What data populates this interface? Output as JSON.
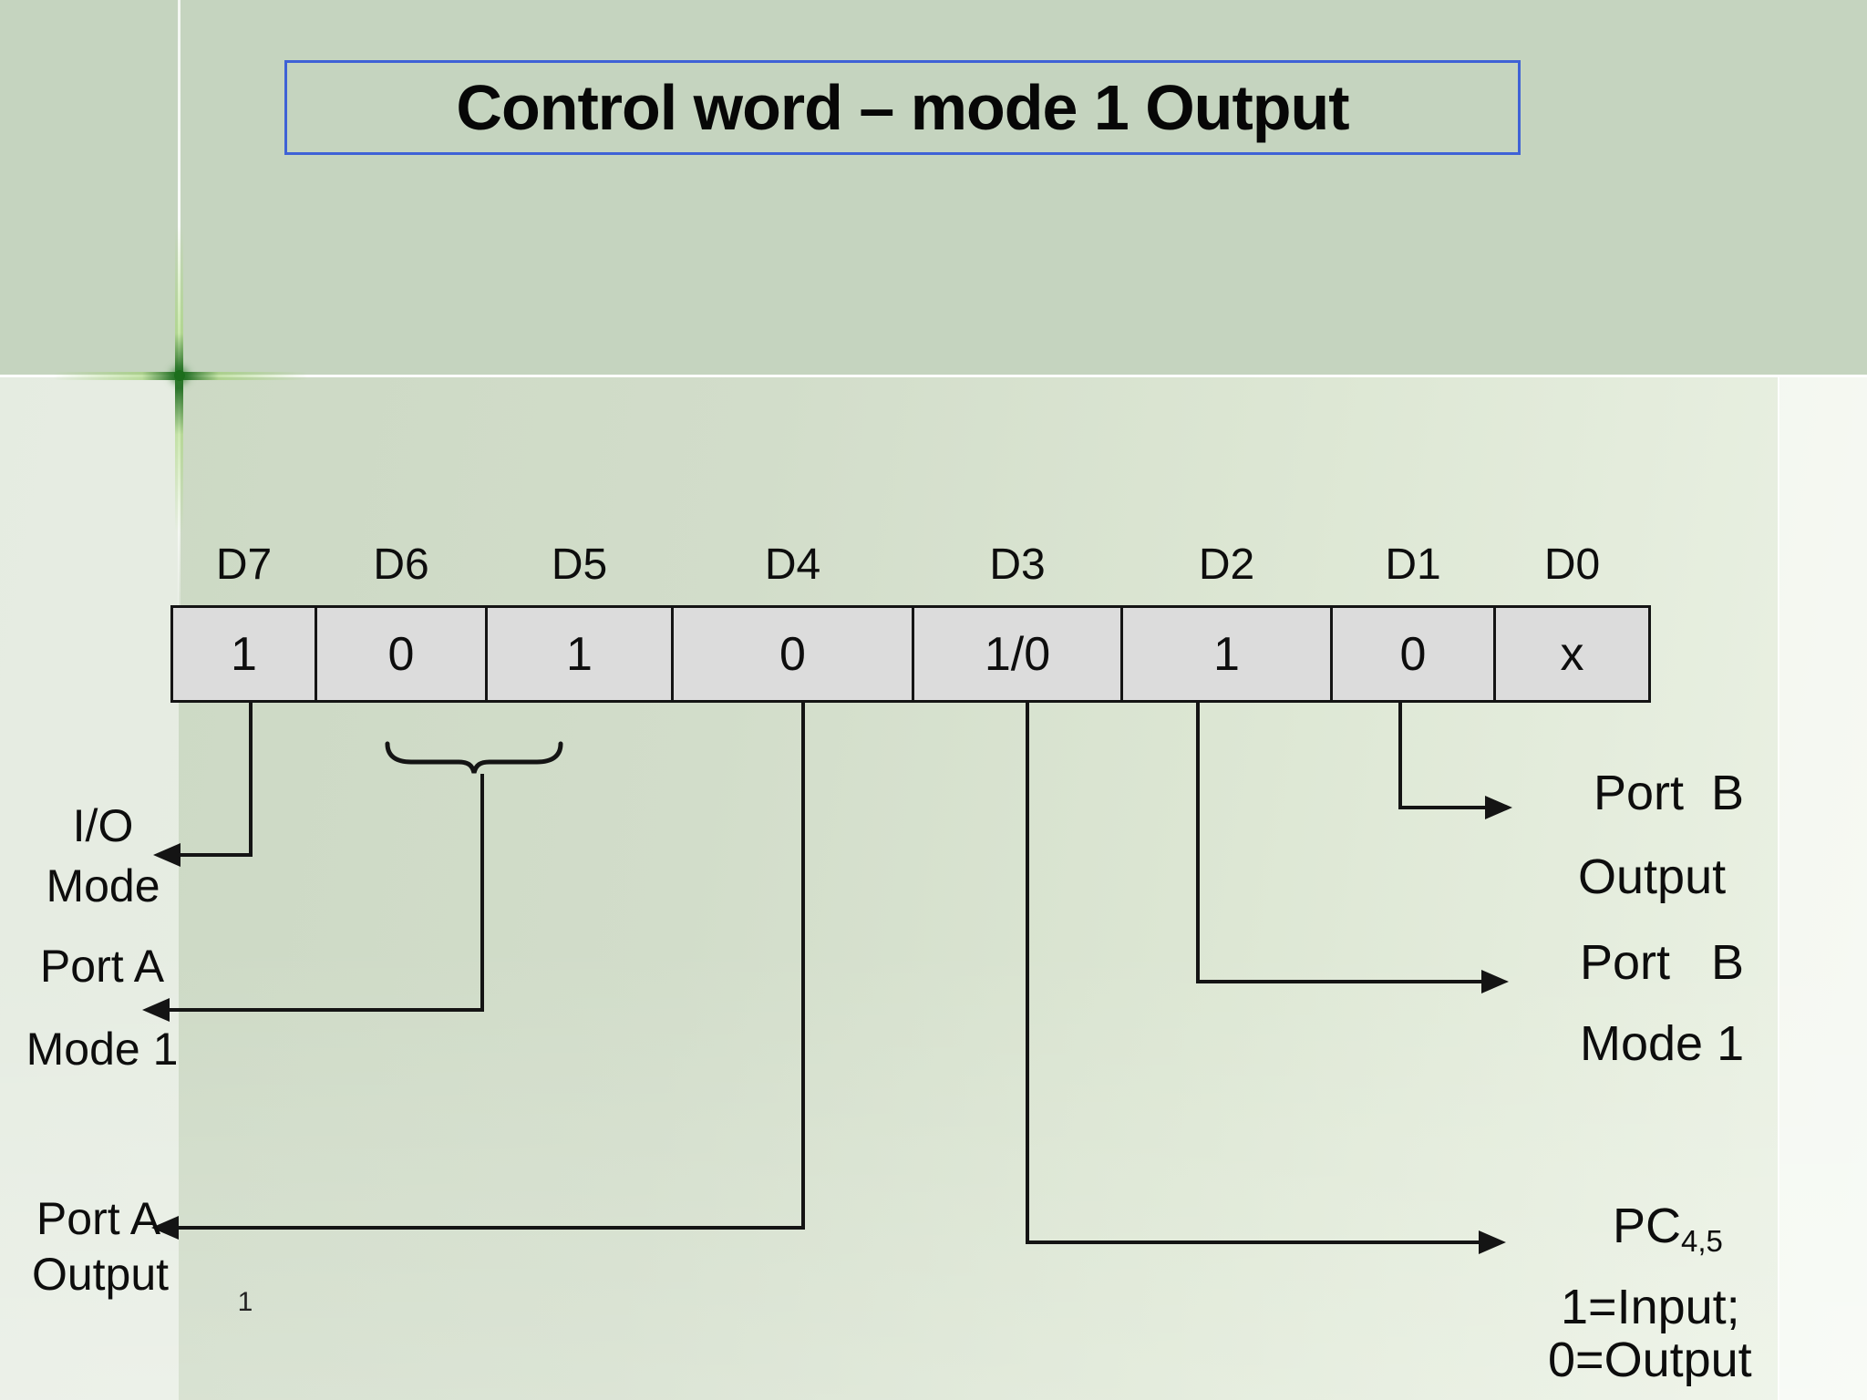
{
  "slide": {
    "title": "Control word – mode 1 Output",
    "page_number": "1"
  },
  "bitfield": {
    "labels": [
      "D7",
      "D6",
      "D5",
      "D4",
      "D3",
      "D2",
      "D1",
      "D0"
    ],
    "values": [
      "1",
      "0",
      "1",
      "0",
      "1/0",
      "1",
      "0",
      "x"
    ]
  },
  "annotations": {
    "io_mode": {
      "line1": "I/O",
      "line2": "Mode"
    },
    "port_a_mode1": {
      "line1": "Port A",
      "line2": "Mode 1"
    },
    "port_a_output": {
      "line1": "Port A",
      "line2": "Output"
    },
    "port_b_output": {
      "line1": "Port  B",
      "line2": "Output"
    },
    "port_b_mode1": {
      "line1": "Port   B",
      "line2": "Mode 1"
    },
    "pc45": {
      "base": "PC",
      "subscript": "4,5"
    },
    "pc45_legend": {
      "line1": "1=Input;",
      "line2": "0=Output"
    }
  },
  "colors": {
    "title_border": "#3f62d6",
    "cell_fill": "#dcdcdc",
    "line": "#141414",
    "background_top": "#c5d4bf",
    "background_light": "#edf3ea",
    "flare_green": "#2e8b2e"
  }
}
